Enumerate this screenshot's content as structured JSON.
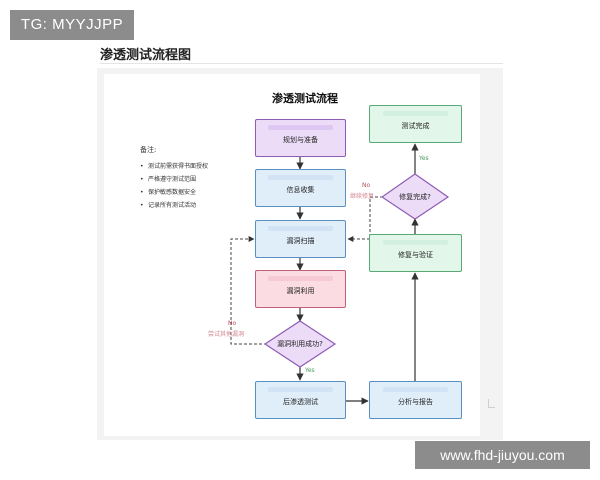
{
  "watermark_top": "TG: MYYJJPP",
  "watermark_bottom": "www.fhd-jiuyou.com",
  "article_heading": "渗透测试流程图",
  "diagram": {
    "title": "渗透测试流程",
    "notes": {
      "title": "备注:",
      "items": [
        "测试前需获得书面授权",
        "严格遵守测试范围",
        "保护敏感数据安全",
        "记录所有测试活动"
      ]
    },
    "nodes": {
      "plan": "规划与准备",
      "info": "信息收集",
      "scan": "漏洞扫描",
      "exploit": "漏洞利用",
      "exploit_check": "漏洞利用成功?",
      "post": "后渗透测试",
      "analysis": "分析与报告",
      "fix_verify": "修复与验证",
      "fix_check": "修复完成?",
      "done": "测试完成"
    },
    "edge_labels": {
      "exploit_yes": "Yes",
      "exploit_no": "No",
      "exploit_no_note": "尝试其他漏洞",
      "fix_yes": "Yes",
      "fix_no": "No",
      "fix_no_note": "继续修复"
    },
    "colors": {
      "plan": "#ecdcf8",
      "info": "#e0eef9",
      "scan": "#e0eef9",
      "exploit": "#fbdce3",
      "post": "#e0eef9",
      "analysis": "#e0eef9",
      "fix_verify": "#e2f6ea",
      "done": "#e2f6ea",
      "exploit_check": "#ecdcf8",
      "fix_check": "#ecdcf8"
    }
  }
}
